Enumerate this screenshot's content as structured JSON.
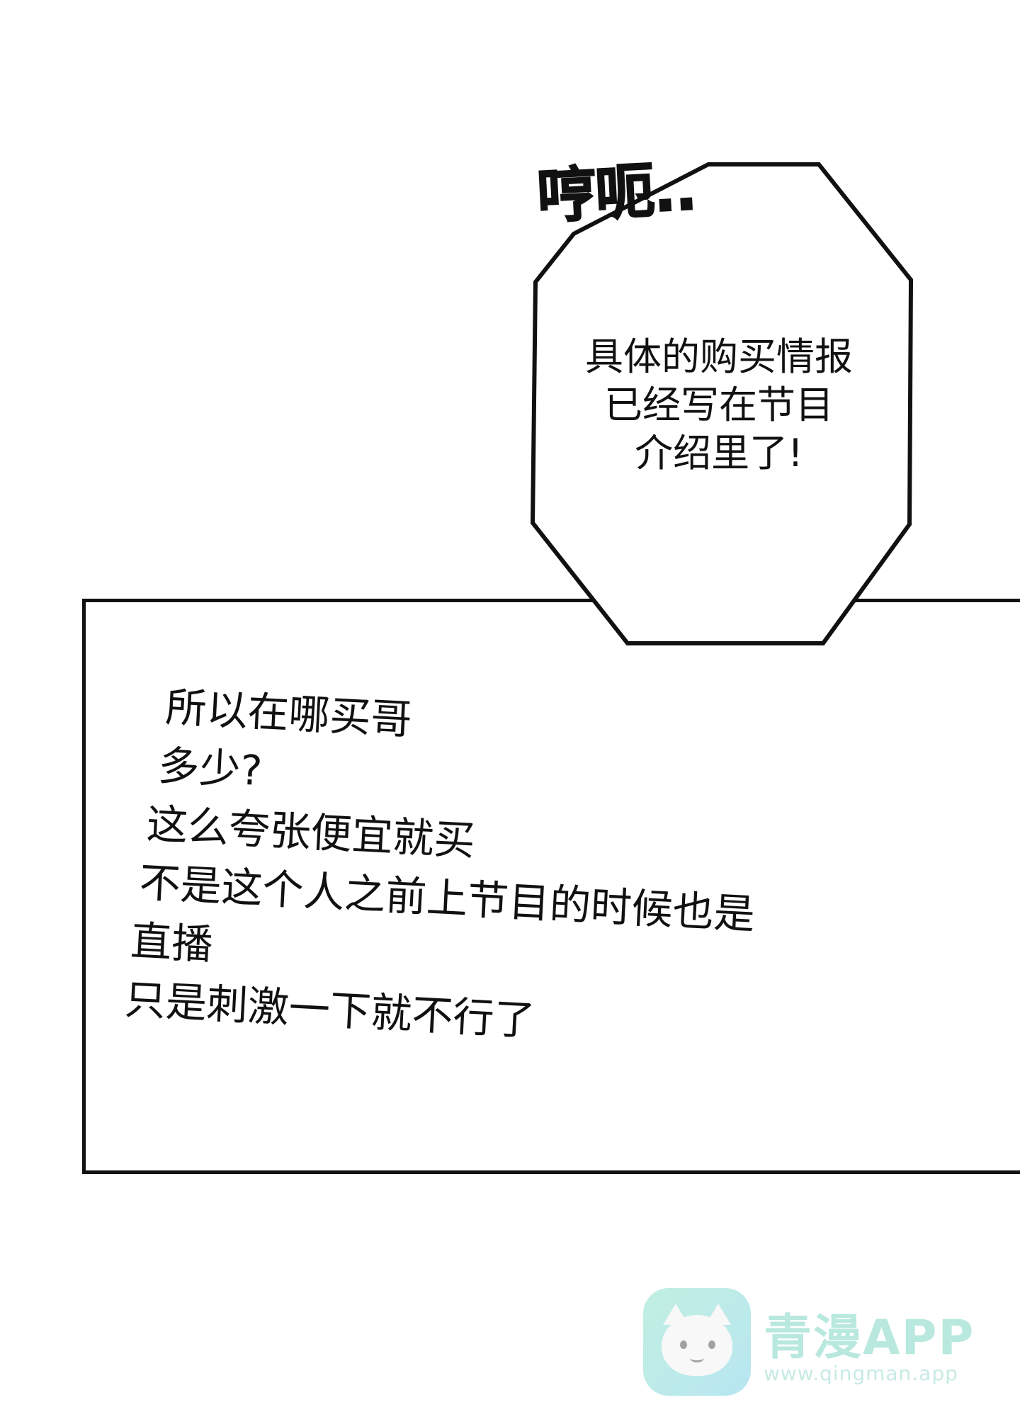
{
  "panel": {
    "sound_effect": "哼呃..",
    "speech_bubble": {
      "lines": [
        "具体的购买情报",
        "已经写在节目",
        "介绍里了!"
      ]
    },
    "caption": {
      "lines": [
        "所以在哪买哥",
        "多少?",
        "这么夸张便宜就买",
        "不是这个人之前上节目的时候也是",
        "直播",
        "只是刺激一下就不行了"
      ]
    }
  },
  "watermark": {
    "title": "青漫APP",
    "url": "www.qingman.app",
    "icon": "cat-face-icon"
  },
  "colors": {
    "ink": "#111111",
    "background": "#ffffff",
    "watermark_accent": "#7fd6c4"
  }
}
